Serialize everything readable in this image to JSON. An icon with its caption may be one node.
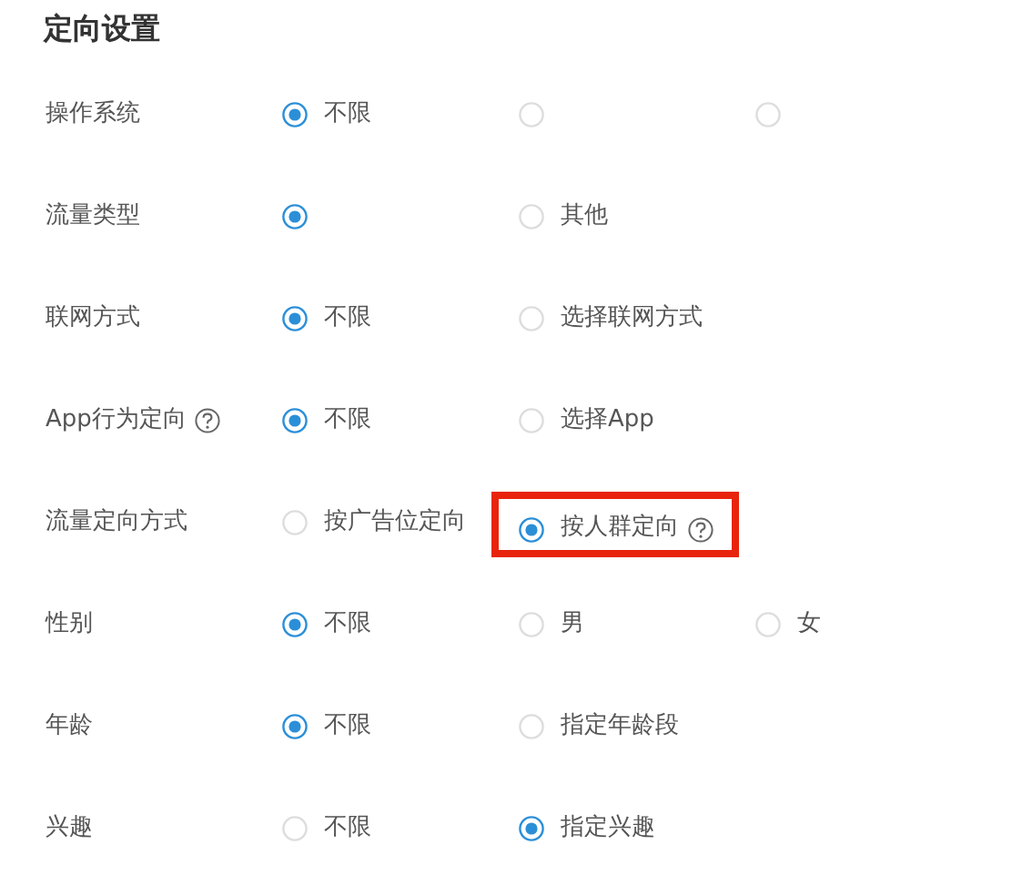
{
  "diagram": {
    "title": "定向设置",
    "nodes": [
      {
        "text": [
          "按人群定向"
        ]
      }
    ],
    "labels": [
      "操作系统",
      "不限",
      "流量类型",
      "其他",
      "联网方式",
      "不限",
      "选择联网方式",
      "App行为定向",
      "不限",
      "选择App",
      "流量定向方式",
      "按广告位定向",
      "性别",
      "不限",
      "男",
      "女",
      "年龄",
      "不限",
      "指定年龄段",
      "兴趣",
      "不限",
      "指定兴趣"
    ]
  }
}
